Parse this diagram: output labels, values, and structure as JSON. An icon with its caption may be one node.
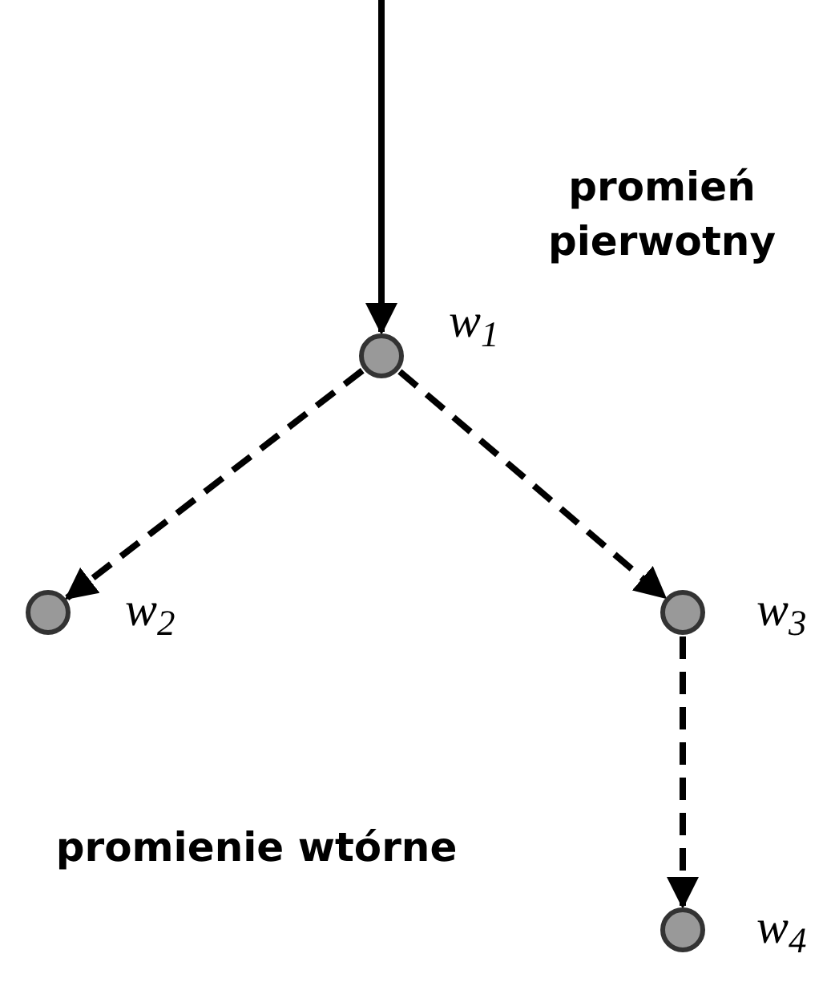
{
  "diagram": {
    "nodes": [
      {
        "text": [],
        "shape": "circle",
        "beside": [
          "w$_{1}$"
        ]
      },
      {
        "text": [],
        "shape": "circle",
        "beside": [
          "w$_{2}$"
        ]
      },
      {
        "text": [],
        "shape": "circle",
        "beside": [
          "w$_{3}$"
        ]
      },
      {
        "text": [],
        "shape": "circle",
        "beside": [
          "w$_{4}$"
        ]
      }
    ],
    "edges": [
      {
        "from": null,
        "to": 0,
        "arrow": "to"
      },
      {
        "from": 0,
        "to": 1,
        "arrow": "to",
        "style": "dashed"
      },
      {
        "from": 0,
        "to": 2,
        "arrow": "to",
        "style": "dashed"
      },
      {
        "from": 2,
        "to": 3,
        "arrow": "to",
        "style": "dashed"
      }
    ],
    "labels": [
      "promień pierwotny",
      "promienie wtórne"
    ]
  }
}
